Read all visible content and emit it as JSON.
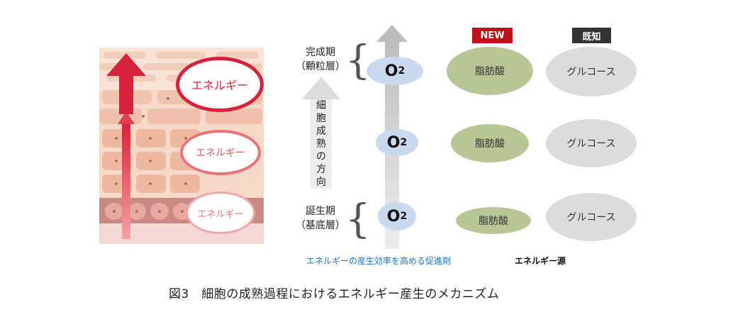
{
  "diagram": {
    "energy_labels": [
      "エネルギー",
      "エネルギー",
      "エネルギー"
    ],
    "stage_top": {
      "line1": "完成期",
      "line2": "（顆粒層）"
    },
    "stage_bottom": {
      "line1": "誕生期",
      "line2": "（基底層）"
    },
    "direction_chars": [
      "細",
      "胞",
      "成",
      "熟",
      "の",
      "方",
      "向"
    ],
    "o2": {
      "symbol": "O",
      "subscript": "2"
    },
    "tag_new": "NEW",
    "tag_known": "既知",
    "fatty_acid": "脂肪酸",
    "glucose": "グルコース",
    "caption_promoter": "エネルギーの産生効率を高める促進剤",
    "caption_source": "エネルギー源",
    "figure_title": "図3　細胞の成熟過程におけるエネルギー産生のメカニズム"
  },
  "colors": {
    "energy_red": "#d8213a",
    "tag_new_bg": "#c0101a",
    "tag_known_bg": "#333333",
    "fat_green": "#b7c694",
    "glucose_gray": "#dcdcdc",
    "o2_blue": "#c9d9ef",
    "caption_blue": "#1e73be"
  }
}
